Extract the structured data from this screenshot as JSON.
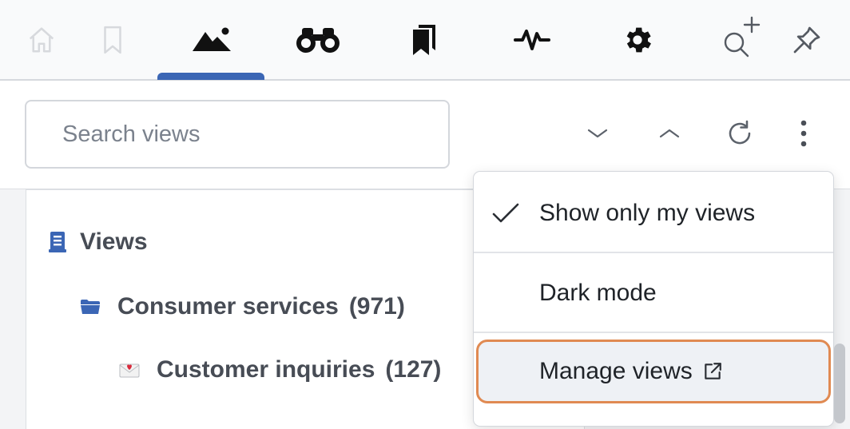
{
  "nav": {
    "tabs": [
      {
        "name": "home-icon",
        "active": false
      },
      {
        "name": "bookmark-icon",
        "active": false
      },
      {
        "name": "image-icon",
        "active": true
      },
      {
        "name": "binoculars-icon",
        "active": false
      },
      {
        "name": "bookmarks-icon",
        "active": false
      },
      {
        "name": "activity-icon",
        "active": false
      },
      {
        "name": "gear-icon",
        "active": false
      },
      {
        "name": "search-plus-icon",
        "active": false
      },
      {
        "name": "pin-icon",
        "active": false
      }
    ]
  },
  "search": {
    "placeholder": "Search views"
  },
  "toolbar_icons": [
    "chevron-down-icon",
    "chevron-up-icon",
    "refresh-icon",
    "more-vertical-icon"
  ],
  "tree": {
    "root": {
      "label": "Views",
      "icon": "views-icon"
    },
    "folder": {
      "label": "Consumer services",
      "count": "(971)",
      "icon": "folder-icon"
    },
    "item": {
      "label": "Customer inquiries",
      "count": "(127)",
      "icon": "love-letter-icon"
    }
  },
  "menu": {
    "show_only_mine": {
      "label": "Show only my views",
      "checked": true
    },
    "dark_mode": {
      "label": "Dark mode"
    },
    "manage_views": {
      "label": "Manage views",
      "icon": "external-link-icon"
    }
  },
  "colors": {
    "accent": "#3b66b5",
    "highlight_border": "#e08a52",
    "folder": "#3b66b5"
  }
}
